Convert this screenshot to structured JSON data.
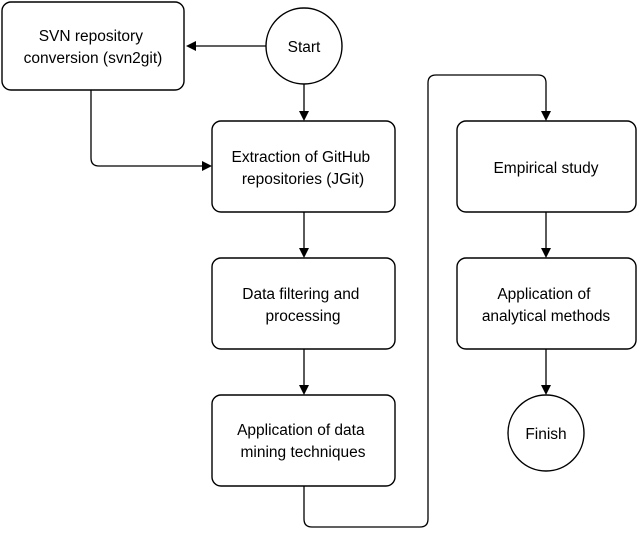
{
  "nodes": {
    "svn": {
      "lines": [
        "SVN repository",
        "conversion (svn2git)"
      ],
      "shape": "rounded-rect"
    },
    "start": {
      "lines": [
        "Start"
      ],
      "shape": "circle"
    },
    "extract": {
      "lines": [
        "Extraction of GitHub",
        "repositories (JGit)"
      ],
      "shape": "rounded-rect"
    },
    "filter": {
      "lines": [
        "Data filtering and",
        "processing"
      ],
      "shape": "rounded-rect"
    },
    "mining": {
      "lines": [
        "Application of data",
        "mining techniques"
      ],
      "shape": "rounded-rect"
    },
    "empirical": {
      "lines": [
        "Empirical study"
      ],
      "shape": "rounded-rect"
    },
    "analytical": {
      "lines": [
        "Application of",
        "analytical methods"
      ],
      "shape": "rounded-rect"
    },
    "finish": {
      "lines": [
        "Finish"
      ],
      "shape": "circle"
    }
  },
  "edges": [
    {
      "from": "start",
      "to": "svn"
    },
    {
      "from": "start",
      "to": "extract"
    },
    {
      "from": "svn",
      "to": "extract"
    },
    {
      "from": "extract",
      "to": "filter"
    },
    {
      "from": "filter",
      "to": "mining"
    },
    {
      "from": "mining",
      "to": "empirical"
    },
    {
      "from": "empirical",
      "to": "analytical"
    },
    {
      "from": "analytical",
      "to": "finish"
    }
  ],
  "colors": {
    "stroke": "#000000",
    "fill": "#ffffff",
    "text": "#000000"
  }
}
